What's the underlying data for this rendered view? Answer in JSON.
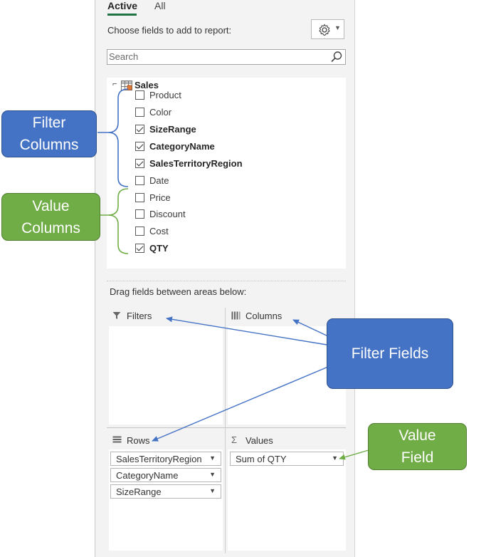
{
  "tabs": {
    "active": "Active",
    "all": "All"
  },
  "header": {
    "choose_label": "Choose fields to add to report:"
  },
  "search": {
    "placeholder": "Search"
  },
  "table": {
    "name": "Sales"
  },
  "fields": [
    {
      "label": "Product",
      "checked": false
    },
    {
      "label": "Color",
      "checked": false
    },
    {
      "label": "SizeRange",
      "checked": true
    },
    {
      "label": "CategoryName",
      "checked": true
    },
    {
      "label": "SalesTerritoryRegion",
      "checked": true
    },
    {
      "label": "Date",
      "checked": false
    },
    {
      "label": "Price",
      "checked": false
    },
    {
      "label": "Discount",
      "checked": false
    },
    {
      "label": "Cost",
      "checked": false
    },
    {
      "label": "QTY",
      "checked": true
    }
  ],
  "areas": {
    "hint": "Drag fields between areas below:",
    "filters": {
      "label": "Filters",
      "items": []
    },
    "columns": {
      "label": "Columns",
      "items": []
    },
    "rows": {
      "label": "Rows",
      "items": [
        "SalesTerritoryRegion",
        "CategoryName",
        "SizeRange"
      ]
    },
    "values": {
      "label": "Values",
      "items": [
        "Sum of QTY"
      ]
    }
  },
  "callouts": {
    "filter_columns": "Filter\nColumns",
    "value_columns": "Value\nColumns",
    "filter_fields": "Filter Fields",
    "value_field": "Value\nField"
  },
  "colors": {
    "blue": "#4472c4",
    "green": "#70ad47",
    "excel_green": "#217346"
  }
}
